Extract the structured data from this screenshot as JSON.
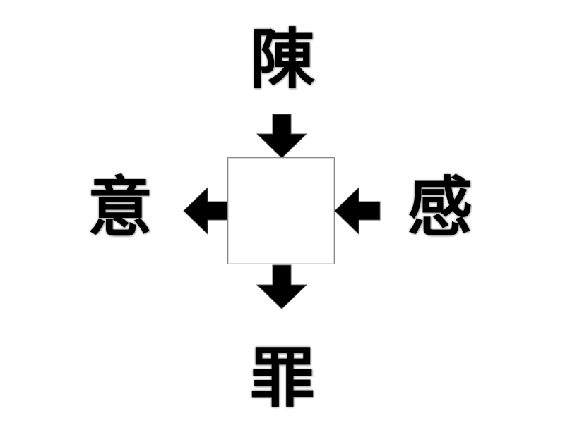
{
  "puzzle": {
    "top_char": "陳",
    "left_char": "意",
    "right_char": "感",
    "bottom_char": "罪",
    "center_char": "",
    "arrows": {
      "top": "down",
      "right": "left",
      "left": "left",
      "bottom": "down"
    }
  },
  "colors": {
    "text": "#000000",
    "arrow": "#000000",
    "box_border": "#8a8a8a",
    "background": "#ffffff"
  }
}
